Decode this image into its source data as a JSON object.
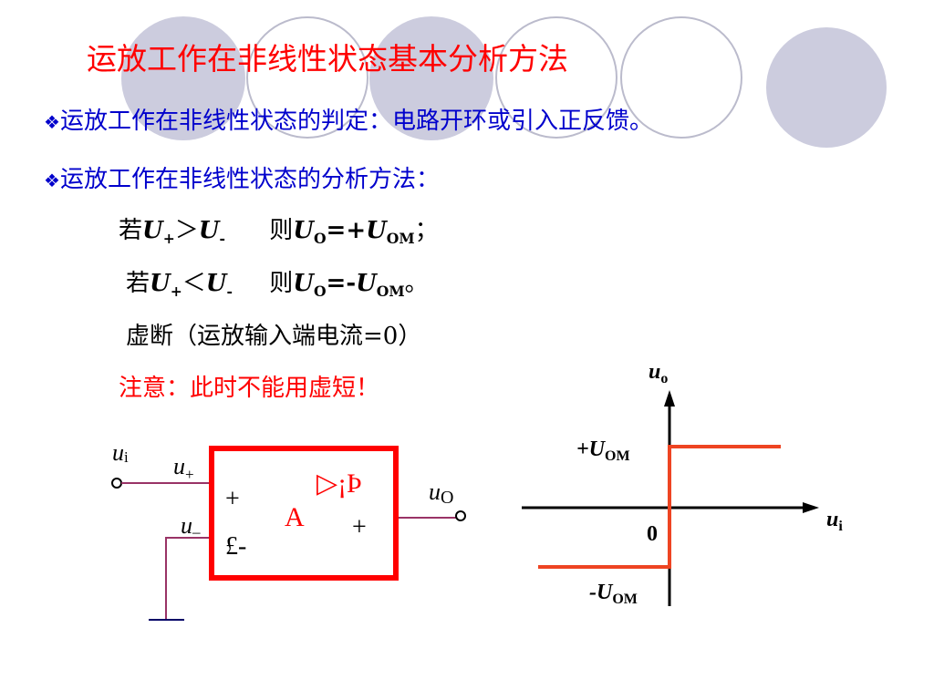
{
  "title": "运放工作在非线性状态基本分析方法",
  "bullet1": {
    "marker": "❖",
    "text": "运放工作在非线性状态的判定：电路开环或引入正反馈。"
  },
  "bullet2": {
    "marker": "❖",
    "text": "运放工作在非线性状态的分析方法："
  },
  "cond1": {
    "prefix": "若",
    "U": "U",
    "plus": "+",
    "op": "＞",
    "minus": "-",
    "then": "则",
    "O": "O",
    "eq": "=+",
    "OM": "OM",
    "end": "；"
  },
  "cond2": {
    "prefix": "若",
    "U": "U",
    "plus": "+",
    "op": "＜",
    "minus": "-",
    "then": "则",
    "O": "O",
    "eq": "=-",
    "OM": "OM",
    "end": "。"
  },
  "virtual_break": "虚断（运放输入端电流=0）",
  "note": "注意：此时不能用虚短！",
  "circuit": {
    "ui_label": "u",
    "ui_sub": "i",
    "uplus_label": "u",
    "uplus_sub": "+",
    "uminus_label": "u",
    "uminus_sub": "–",
    "uo_label": "u",
    "uo_sub": "O",
    "box_plus": "+",
    "box_minus": "£-",
    "box_A": "A",
    "box_symbol": "▷¡Þ",
    "box_out_plus": "+",
    "colors": {
      "box": "#ff0000",
      "wire": "#993366"
    }
  },
  "graph": {
    "y_label": "u",
    "y_sub": "o",
    "x_label": "u",
    "x_sub": "i",
    "pos_label": "+U",
    "pos_sub": "OM",
    "neg_label": "-U",
    "neg_sub": "OM",
    "zero": "0",
    "curve_color": "#ee4422"
  }
}
